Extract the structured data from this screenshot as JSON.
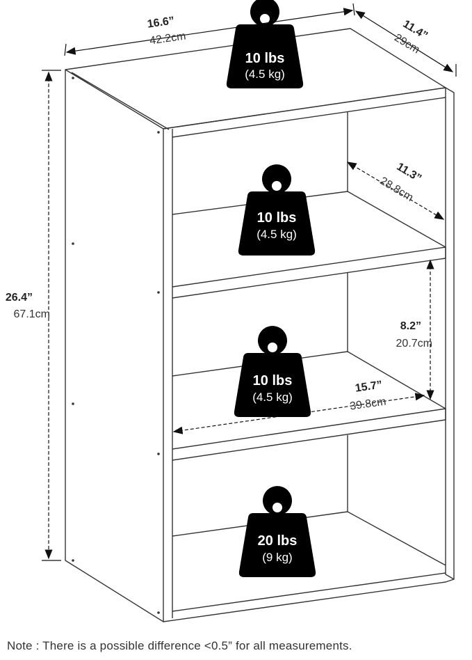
{
  "dimensions": {
    "width": {
      "imperial": "16.6”",
      "metric": "42.2cm"
    },
    "depth": {
      "imperial": "11.4”",
      "metric": "29cm"
    },
    "height": {
      "imperial": "26.4”",
      "metric": "67.1cm"
    },
    "inner_depth": {
      "imperial": "11.3”",
      "metric": "28.8cm"
    },
    "shelf_height": {
      "imperial": "8.2”",
      "metric": "20.7cm"
    },
    "inner_width": {
      "imperial": "15.7”",
      "metric": "39.8cm"
    }
  },
  "weights": {
    "top": {
      "lbs": "10 lbs",
      "kg": "(4.5 kg)"
    },
    "shelf1": {
      "lbs": "10 lbs",
      "kg": "(4.5 kg)"
    },
    "shelf2": {
      "lbs": "10 lbs",
      "kg": "(4.5 kg)"
    },
    "bottom": {
      "lbs": "20 lbs",
      "kg": "(9 kg)"
    }
  },
  "note": "Note : There is a possible difference <0.5” for all measurements.",
  "colors": {
    "line": "#222222",
    "weight_fill": "#000000",
    "background": "#ffffff"
  }
}
